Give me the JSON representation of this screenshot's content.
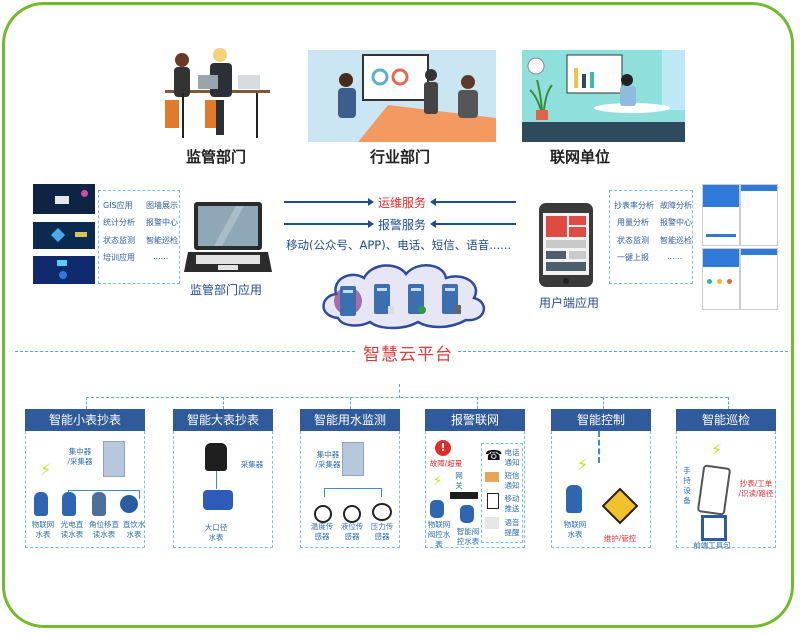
{
  "colors": {
    "frame_border": "#72bb2a",
    "module_header": "#2f5a9c",
    "service_blue": "#1f4e8c",
    "accent_red": "#e02b2b",
    "dash_blue": "#55a7d6"
  },
  "stakeholders": [
    {
      "label": "监管部门",
      "icon": "office-meeting-illustration"
    },
    {
      "label": "行业部门",
      "icon": "conference-illustration"
    },
    {
      "label": "联网单位",
      "icon": "workspace-illustration"
    }
  ],
  "left_app": {
    "label": "监管部门应用",
    "icon": "laptop-icon",
    "features": [
      "GIS应用",
      "图墙展示",
      "统计分析",
      "报警中心",
      "状态监测",
      "智能巡检",
      "培训应用",
      "......"
    ]
  },
  "right_app": {
    "label": "用户端应用",
    "icon": "tablet-icon",
    "features": [
      "抄表率分析",
      "故障分析",
      "用量分析",
      "报警中心",
      "状态监测",
      "智能巡检",
      "一键上报",
      "......"
    ]
  },
  "services": {
    "ops": "运维服务",
    "alarm": "报警服务",
    "channels": "移动(公众号、APP)、电话、短信、语音......"
  },
  "platform_title": "智慧云平台",
  "modules": [
    {
      "title": "智能小表抄表",
      "hub": "集中器\n/采集器",
      "items": [
        "物联网\n水表",
        "光电直\n读水表",
        "角位移直\n读水表",
        "直饮水\n水表"
      ]
    },
    {
      "title": "智能大表抄表",
      "hub": "采集器",
      "items": [
        "大口径\n水表"
      ]
    },
    {
      "title": "智能用水监测",
      "hub": "集中器\n/采集器",
      "items": [
        "温度传\n感器",
        "液位传\n感器",
        "压力传\n感器"
      ]
    },
    {
      "title": "报警联网",
      "alert": "故障/超量",
      "gateway": "网\n关",
      "items": [
        "物联网\n阀控水\n表",
        "智能阀\n控水表"
      ],
      "notify": [
        "电话\n通知",
        "短信\n通知",
        "移动\n推送",
        "语音\n提醒"
      ]
    },
    {
      "title": "智能控制",
      "items": [
        "物联网\n水表"
      ],
      "action": "维护/管控"
    },
    {
      "title": "智能巡检",
      "device": "手\n持\n设\n备",
      "tasks": "抄表/工单\n/识读/路径",
      "tool": "前端工具包"
    }
  ]
}
